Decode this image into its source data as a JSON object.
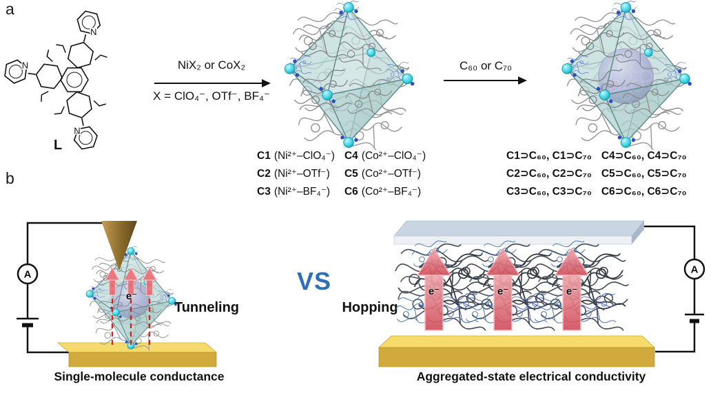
{
  "figure": {
    "panel_a_label": "a",
    "panel_b_label": "b"
  },
  "scheme": {
    "ligand_label": "L",
    "nitrogen": "N",
    "step1_reagent": "NiX₂ or CoX₂",
    "step1_condition": "X = ClO₄⁻, OTf⁻, BF₄⁻",
    "step2_reagent": "C₆₀ or C₇₀",
    "cages": [
      {
        "name": "C1",
        "formula": "(Ni²⁺–ClO₄⁻)"
      },
      {
        "name": "C2",
        "formula": "(Ni²⁺–OTf⁻)"
      },
      {
        "name": "C3",
        "formula": "(Ni²⁺–BF₄⁻)"
      },
      {
        "name": "C4",
        "formula": "(Co²⁺–ClO₄⁻)"
      },
      {
        "name": "C5",
        "formula": "(Co²⁺–OTf⁻)"
      },
      {
        "name": "C6",
        "formula": "(Co²⁺–BF₄⁻)"
      }
    ],
    "host_guest": [
      "C1⊃C₆₀, C1⊃C₇₀",
      "C2⊃C₆₀, C2⊃C₇₀",
      "C3⊃C₆₀, C3⊃C₇₀",
      "C4⊃C₆₀, C4⊃C₇₀",
      "C5⊃C₆₀, C5⊃C₇₀",
      "C6⊃C₆₀, C6⊃C₇₀"
    ]
  },
  "comparison": {
    "vs": "VS",
    "left": {
      "mechanism": "Tunneling",
      "electron": "e⁻",
      "ammeter": "A",
      "caption": "Single-molecule conductance"
    },
    "right": {
      "mechanism": "Hopping",
      "electrons": [
        "e⁻",
        "e⁻",
        "e⁻"
      ],
      "ammeter": "A",
      "caption": "Aggregated-state electrical conductivity"
    }
  },
  "colors": {
    "octahedron_face": "#b9d8d6",
    "vertex_metal": "#3fd6e4",
    "nitrogen_blue": "#2f4fc0",
    "fullerene_purple": "#8b7fc0",
    "gold_electrode": "#d2a93c",
    "top_electrode": "#c9d5e3",
    "electron_arrow_red": "#d9535f",
    "tunneling_dash_red": "#c8281e",
    "tip_brown": "#8a6a2a",
    "vs_blue": "#2e6fb7"
  }
}
